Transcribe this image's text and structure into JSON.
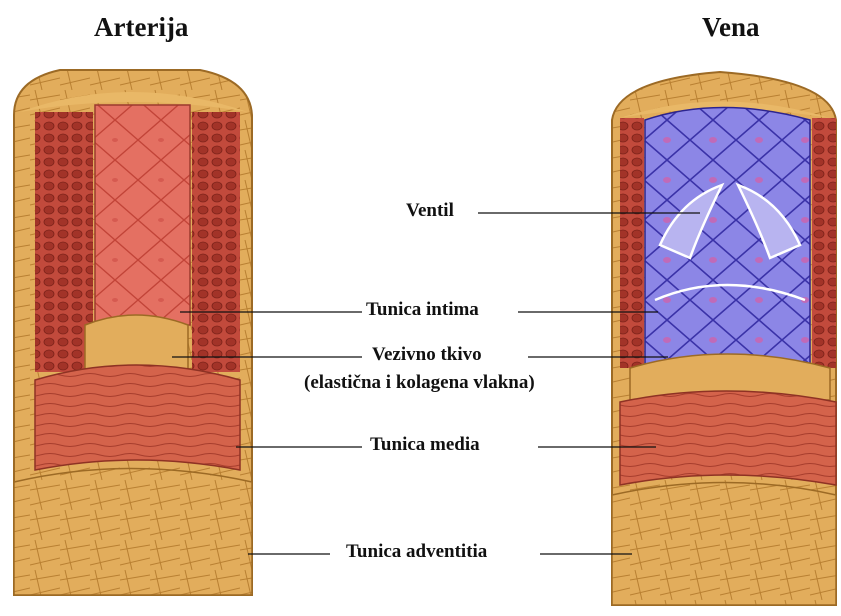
{
  "titles": {
    "artery": "Arterija",
    "vein": "Vena"
  },
  "labels": {
    "valve": "Ventil",
    "intima": "Tunica intima",
    "connective_1": "Vezivno tkivo",
    "connective_2": "(elastična i kolagena vlakna)",
    "media": "Tunica media",
    "adventitia": "Tunica adventitia"
  },
  "colors": {
    "adventitia": "#e3ae5a",
    "adventitia_dark": "#b9812d",
    "media": "#d6644c",
    "media_dark": "#a63a2c",
    "intima_artery": "#e0665a",
    "intima_vein": "#6a62d6",
    "intima_vein_light": "#b8b4f0",
    "background": "#ffffff",
    "text": "#111111"
  }
}
